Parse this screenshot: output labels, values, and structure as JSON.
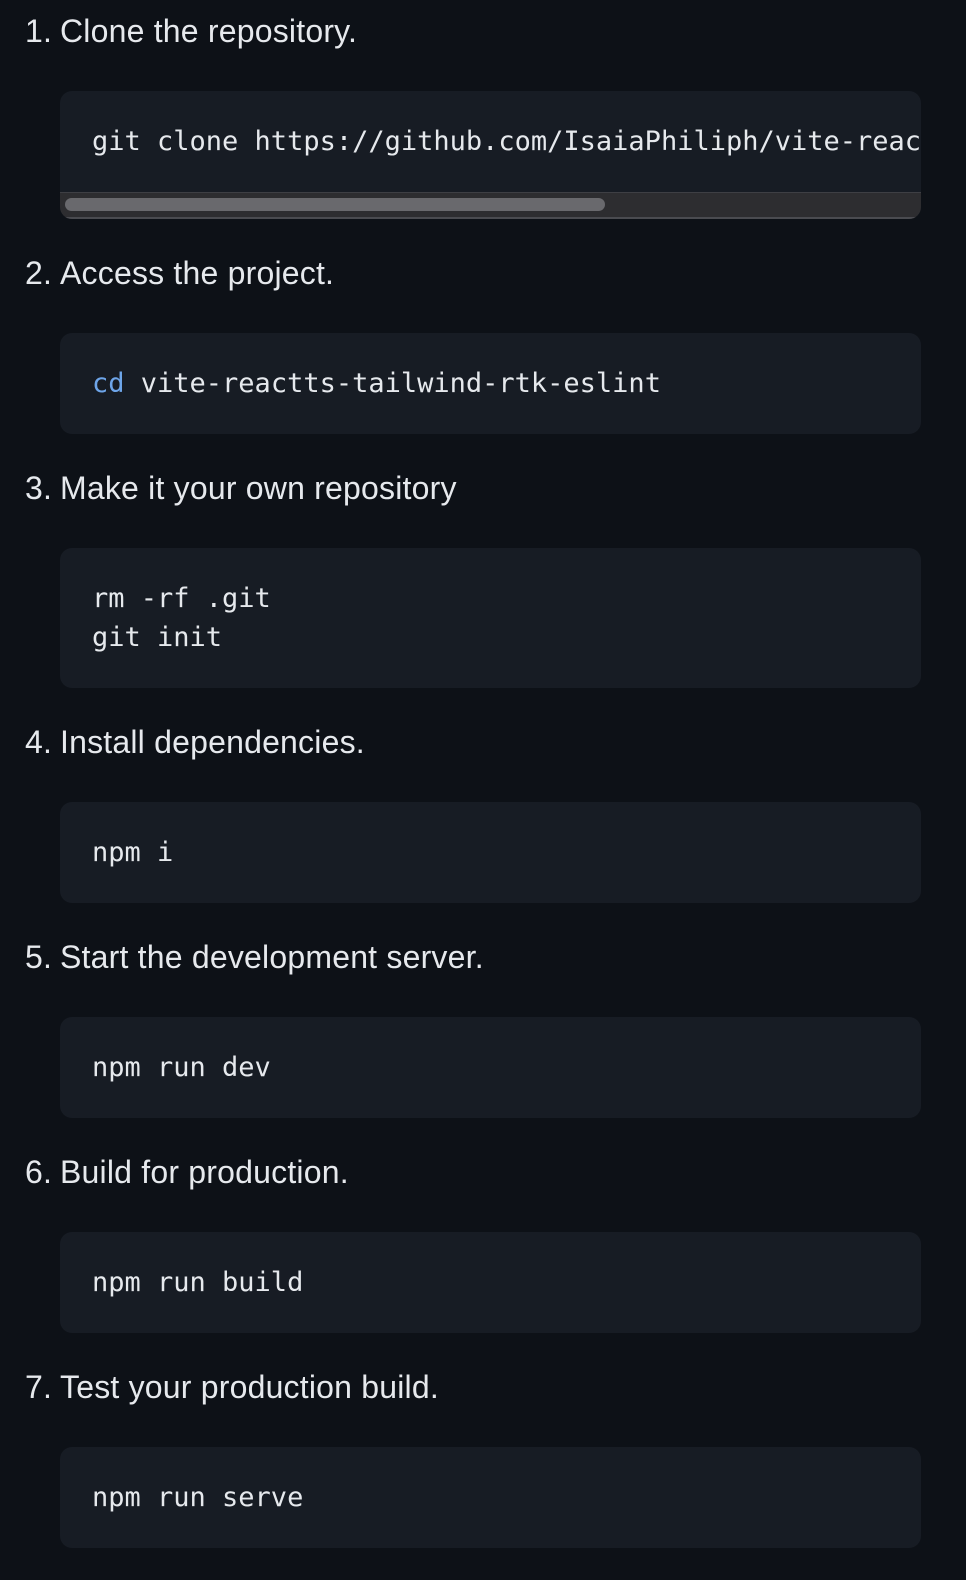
{
  "theme": {
    "page_background": "#0d1117",
    "text_color": "#e6e9ed",
    "code_block_background": "#171c24",
    "code_text_color": "#e6e9ed",
    "shell_builtin_color": "#6ea5e9",
    "scrollbar_track_color": "#2d2d30",
    "scrollbar_thumb_color": "#69696d"
  },
  "steps": [
    {
      "number": "1.",
      "title": "Clone the repository.",
      "code": "git clone https://github.com/IsaiaPhiliph/vite-reac",
      "code_truncated_by_scroll": true
    },
    {
      "number": "2.",
      "title": "Access the project.",
      "code_keyword": "cd",
      "code_rest": " vite-reactts-tailwind-rtk-eslint"
    },
    {
      "number": "3.",
      "title": "Make it your own repository",
      "code": "rm -rf .git\ngit init"
    },
    {
      "number": "4.",
      "title": "Install dependencies.",
      "code": "npm i"
    },
    {
      "number": "5.",
      "title": "Start the development server.",
      "code": "npm run dev"
    },
    {
      "number": "6.",
      "title": "Build for production.",
      "code": "npm run build"
    },
    {
      "number": "7.",
      "title": "Test your production build.",
      "code": "npm run serve"
    }
  ]
}
